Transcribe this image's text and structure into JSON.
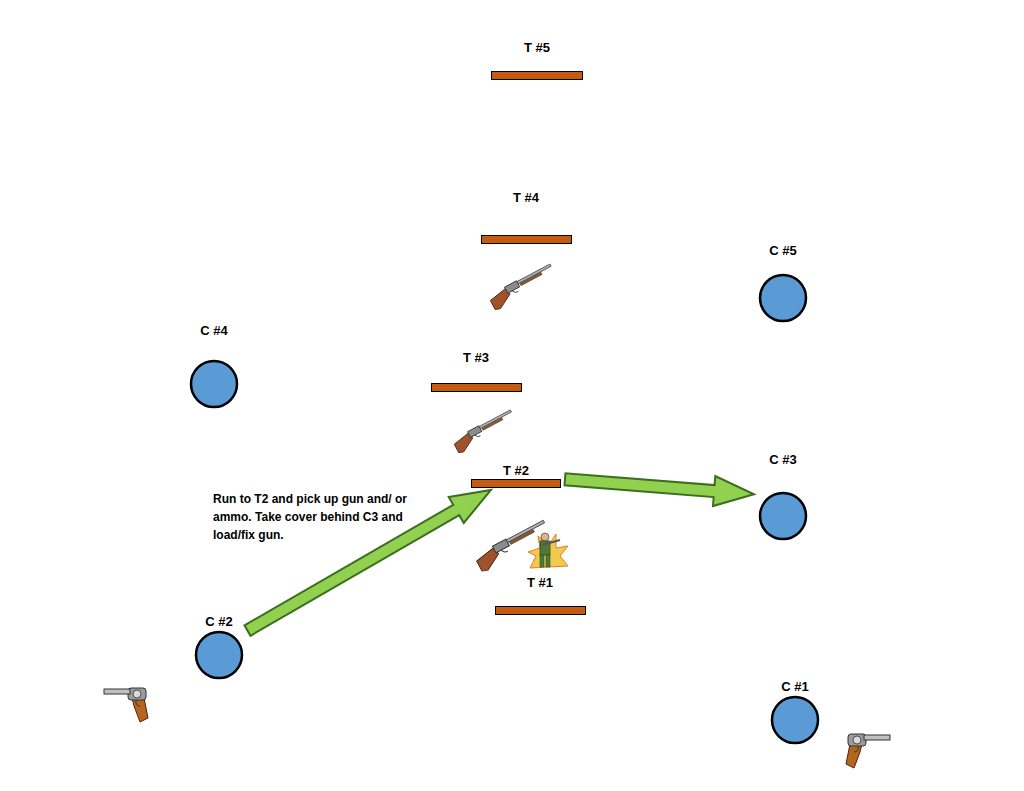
{
  "diagram": {
    "nodes": [
      {
        "text": [
          "T #5"
        ]
      },
      {
        "text": [
          "T #4"
        ]
      },
      {
        "text": [
          "C #5"
        ]
      },
      {
        "text": [
          "C #4"
        ]
      },
      {
        "text": [
          "T #3"
        ]
      },
      {
        "text": [
          "C #3"
        ]
      },
      {
        "text": [
          "T #2"
        ]
      },
      {
        "text": [
          "T #1"
        ]
      },
      {
        "text": [
          "C #2"
        ]
      },
      {
        "text": [
          "C #1"
        ]
      }
    ],
    "edges": [
      {
        "from": 8,
        "to": 6,
        "arrow": "to"
      },
      {
        "from": 6,
        "to": 5,
        "arrow": "to"
      }
    ],
    "labels": [
      "Run to T2 and pick up gun and/ or ammo. Take cover behind C3 and load/fix gun."
    ]
  }
}
